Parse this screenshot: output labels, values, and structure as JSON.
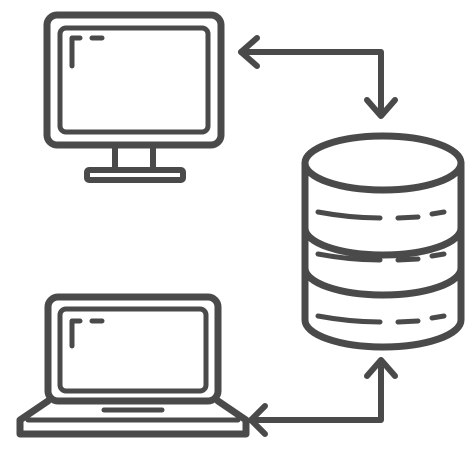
{
  "icon": {
    "concept": "computers-connected-to-database",
    "elements": [
      "desktop-monitor",
      "laptop",
      "database",
      "two-way-arrow",
      "two-way-arrow"
    ]
  },
  "colors": {
    "stroke": "#4a4a4a",
    "background": "#ffffff"
  }
}
